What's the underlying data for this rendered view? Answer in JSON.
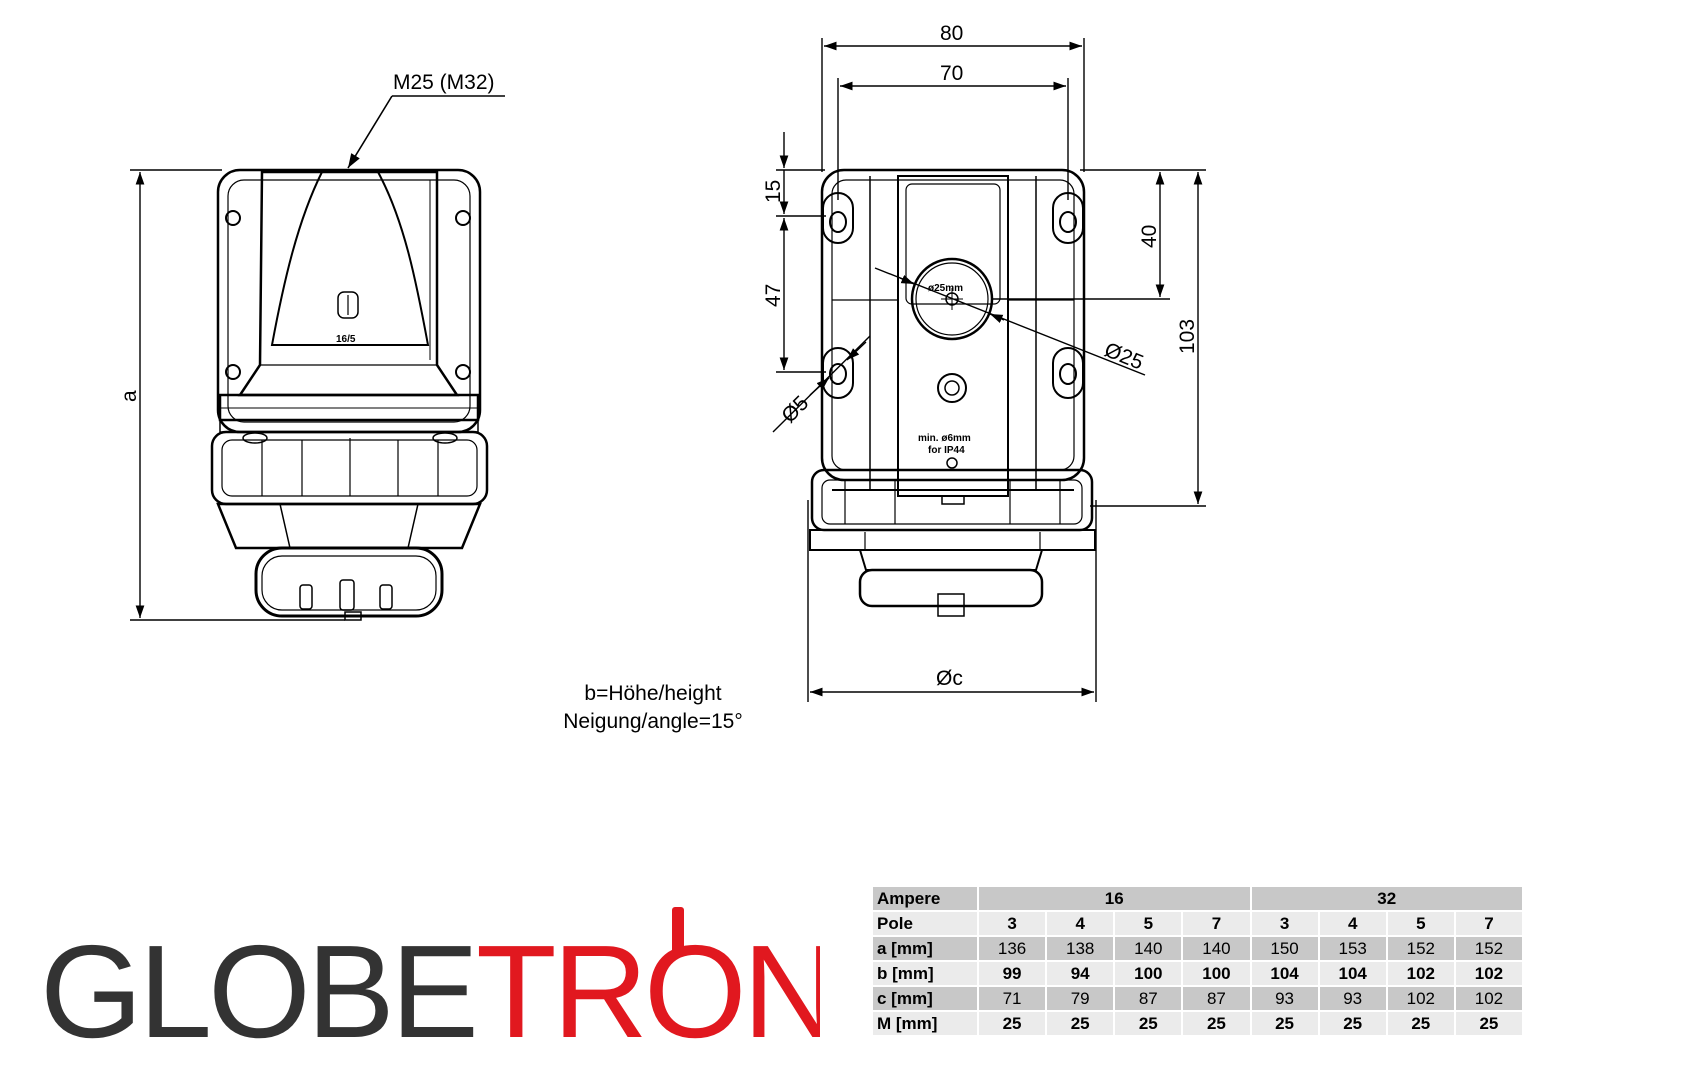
{
  "drawing": {
    "label_thread": "M25 (M32)",
    "label_a": "a",
    "socket_marking_top": "16/5",
    "dim_80": "80",
    "dim_70": "70",
    "dim_15": "15",
    "dim_47": "47",
    "dim_40": "40",
    "dim_103": "103",
    "dim_hole": "Ø5",
    "dim_gland": "Ø25",
    "dim_c": "Øc",
    "gland_marking": "ø25mm",
    "drain_marking_1": "min. ø6mm",
    "drain_marking_2": "for IP44"
  },
  "notes": {
    "line1": "b=Höhe/height",
    "line2": "Neigung/angle=15°"
  },
  "logo": {
    "part1": "GLOBE",
    "part2": "TRON",
    "color_dark": "#333333",
    "color_accent": "#e1181f"
  },
  "table": {
    "header_ampere_label": "Ampere",
    "ampere_16": "16",
    "ampere_32": "32",
    "rows": [
      {
        "label": "Pole",
        "values": [
          "3",
          "4",
          "5",
          "7",
          "3",
          "4",
          "5",
          "7"
        ]
      },
      {
        "label": "a [mm]",
        "values": [
          "136",
          "138",
          "140",
          "140",
          "150",
          "153",
          "152",
          "152"
        ]
      },
      {
        "label": "b [mm]",
        "values": [
          "99",
          "94",
          "100",
          "100",
          "104",
          "104",
          "102",
          "102"
        ]
      },
      {
        "label": "c [mm]",
        "values": [
          "71",
          "79",
          "87",
          "87",
          "93",
          "93",
          "102",
          "102"
        ]
      },
      {
        "label": "M [mm]",
        "values": [
          "25",
          "25",
          "25",
          "25",
          "25",
          "25",
          "25",
          "25"
        ]
      }
    ]
  }
}
